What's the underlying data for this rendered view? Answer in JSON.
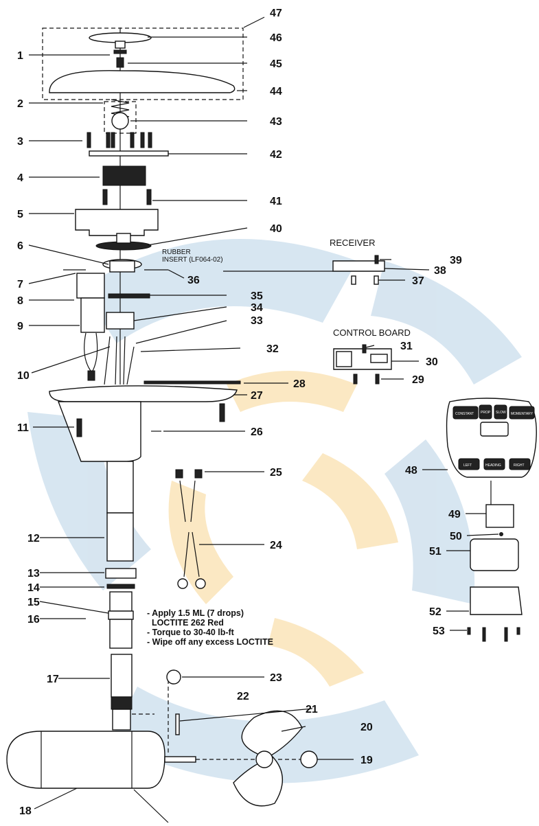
{
  "diagram": {
    "part_numbers": [
      "1",
      "2",
      "3",
      "4",
      "5",
      "6",
      "7",
      "8",
      "9",
      "10",
      "11",
      "12",
      "13",
      "14",
      "15",
      "16",
      "17",
      "18",
      "19",
      "20",
      "21",
      "22",
      "23",
      "24",
      "25",
      "26",
      "27",
      "28",
      "29",
      "30",
      "31",
      "32",
      "33",
      "34",
      "35",
      "36",
      "37",
      "38",
      "39",
      "40",
      "41",
      "42",
      "43",
      "44",
      "45",
      "46",
      "47",
      "48",
      "49",
      "50",
      "51",
      "52",
      "53"
    ],
    "labels": {
      "receiver": "RECEIVER",
      "control_board": "CONTROL BOARD",
      "rubber_insert_line1": "RUBBER",
      "rubber_insert_line2": "INSERT (LF064-02)"
    },
    "notes": [
      "- Apply 1.5 ML (7 drops)",
      "  LOCTITE 262 Red",
      "- Torque to 30-40 lb-ft",
      "- Wipe off any excess LOCTITE"
    ],
    "remote_buttons": {
      "top_left": "CONSTANT",
      "top_mid_a": "PROP",
      "top_mid_b": "SLOW",
      "top_right": "MOMENTARY",
      "bottom_left": "LEFT",
      "bottom_mid": "HEADING",
      "bottom_right": "RIGHT"
    },
    "watermark_colors": {
      "blue": "#cfe0ee",
      "orange": "#fbe3b5"
    }
  }
}
